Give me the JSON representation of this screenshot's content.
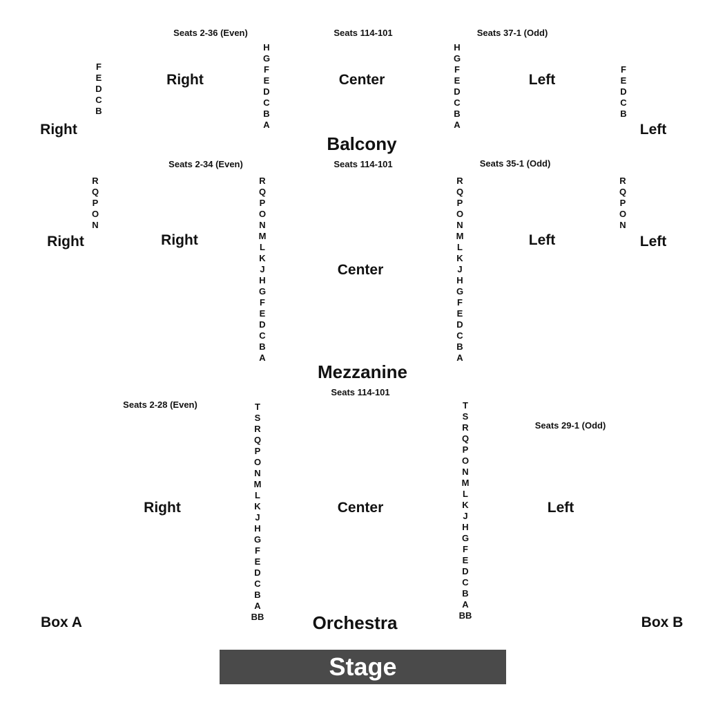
{
  "balcony": {
    "section_label": "Balcony",
    "right": {
      "seats_note": "Seats 2-36 (Even)",
      "label": "Right",
      "side_label": "Right",
      "side_rows": [
        "F",
        "E",
        "D",
        "C",
        "B"
      ]
    },
    "center": {
      "seats_note": "Seats 114-101",
      "label": "Center"
    },
    "left": {
      "seats_note": "Seats 37-1 (Odd)",
      "label": "Left",
      "side_label": "Left",
      "side_rows": [
        "F",
        "E",
        "D",
        "C",
        "B"
      ]
    },
    "aisle_rows": [
      "H",
      "G",
      "F",
      "E",
      "D",
      "C",
      "B",
      "A"
    ]
  },
  "mezzanine": {
    "section_label": "Mezzanine",
    "right": {
      "seats_note": "Seats 2-34 (Even)",
      "label": "Right",
      "side_label": "Right",
      "side_rows": [
        "R",
        "Q",
        "P",
        "O",
        "N"
      ]
    },
    "center": {
      "seats_note": "Seats 114-101",
      "label": "Center"
    },
    "left": {
      "seats_note": "Seats 35-1 (Odd)",
      "label": "Left",
      "side_label": "Left",
      "side_rows": [
        "R",
        "Q",
        "P",
        "O",
        "N"
      ]
    },
    "aisle_rows": [
      "R",
      "Q",
      "P",
      "O",
      "N",
      "M",
      "L",
      "K",
      "J",
      "H",
      "G",
      "F",
      "E",
      "D",
      "C",
      "B",
      "A"
    ]
  },
  "orchestra": {
    "section_label": "Orchestra",
    "right": {
      "seats_note": "Seats 2-28 (Even)",
      "label": "Right"
    },
    "center": {
      "seats_note": "Seats 114-101",
      "label": "Center"
    },
    "left": {
      "seats_note": "Seats 29-1 (Odd)",
      "label": "Left"
    },
    "aisle_rows": [
      "T",
      "S",
      "R",
      "Q",
      "P",
      "O",
      "N",
      "M",
      "L",
      "K",
      "J",
      "H",
      "G",
      "F",
      "E",
      "D",
      "C",
      "B",
      "A",
      "BB"
    ],
    "box_a": "Box A",
    "box_b": "Box B"
  },
  "stage_label": "Stage"
}
